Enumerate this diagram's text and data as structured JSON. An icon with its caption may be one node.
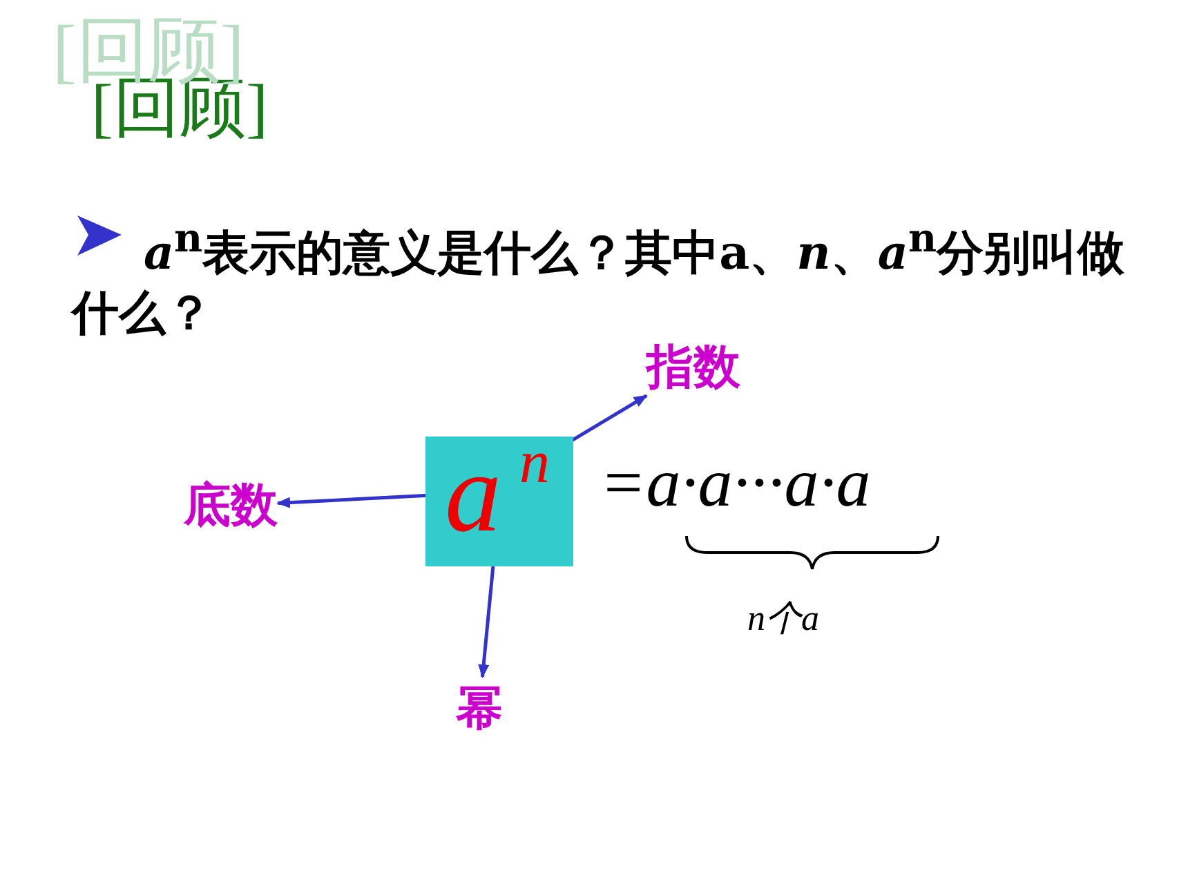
{
  "diagram": {
    "title": "[回顾]",
    "nodes": [
      {
        "text": [],
        "shape": "box"
      },
      {
        "text": [
          "a"
        ],
        "in": 0
      },
      {
        "text": [
          "n"
        ],
        "in": 0
      },
      {
        "text": [
          "底数"
        ]
      },
      {
        "text": [
          "指数"
        ]
      },
      {
        "text": [
          "幂"
        ]
      }
    ],
    "edges": [
      {
        "from": 1,
        "to": 3,
        "arrow": "to"
      },
      {
        "from": 2,
        "to": 4,
        "arrow": "to"
      },
      {
        "from": 0,
        "to": 5,
        "arrow": "to"
      }
    ],
    "labels": [
      "[回顾]",
      "*a*$^{n}$表示的意义是什么？其中a、*n*、*a*$^{n}$分别叫做什么？",
      "=a·a···a·a",
      "n个a"
    ]
  }
}
